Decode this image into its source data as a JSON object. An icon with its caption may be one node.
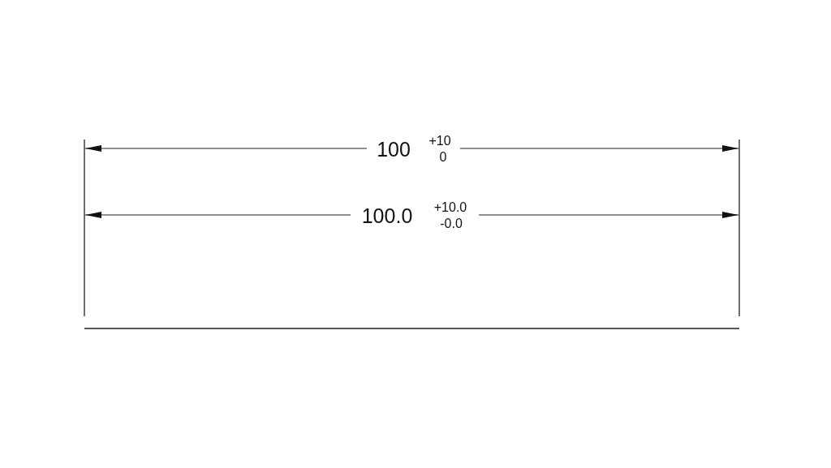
{
  "diagram": {
    "labels": [
      "100",
      "+10",
      "0",
      "100.0",
      "+10.0",
      "-0.0"
    ]
  }
}
